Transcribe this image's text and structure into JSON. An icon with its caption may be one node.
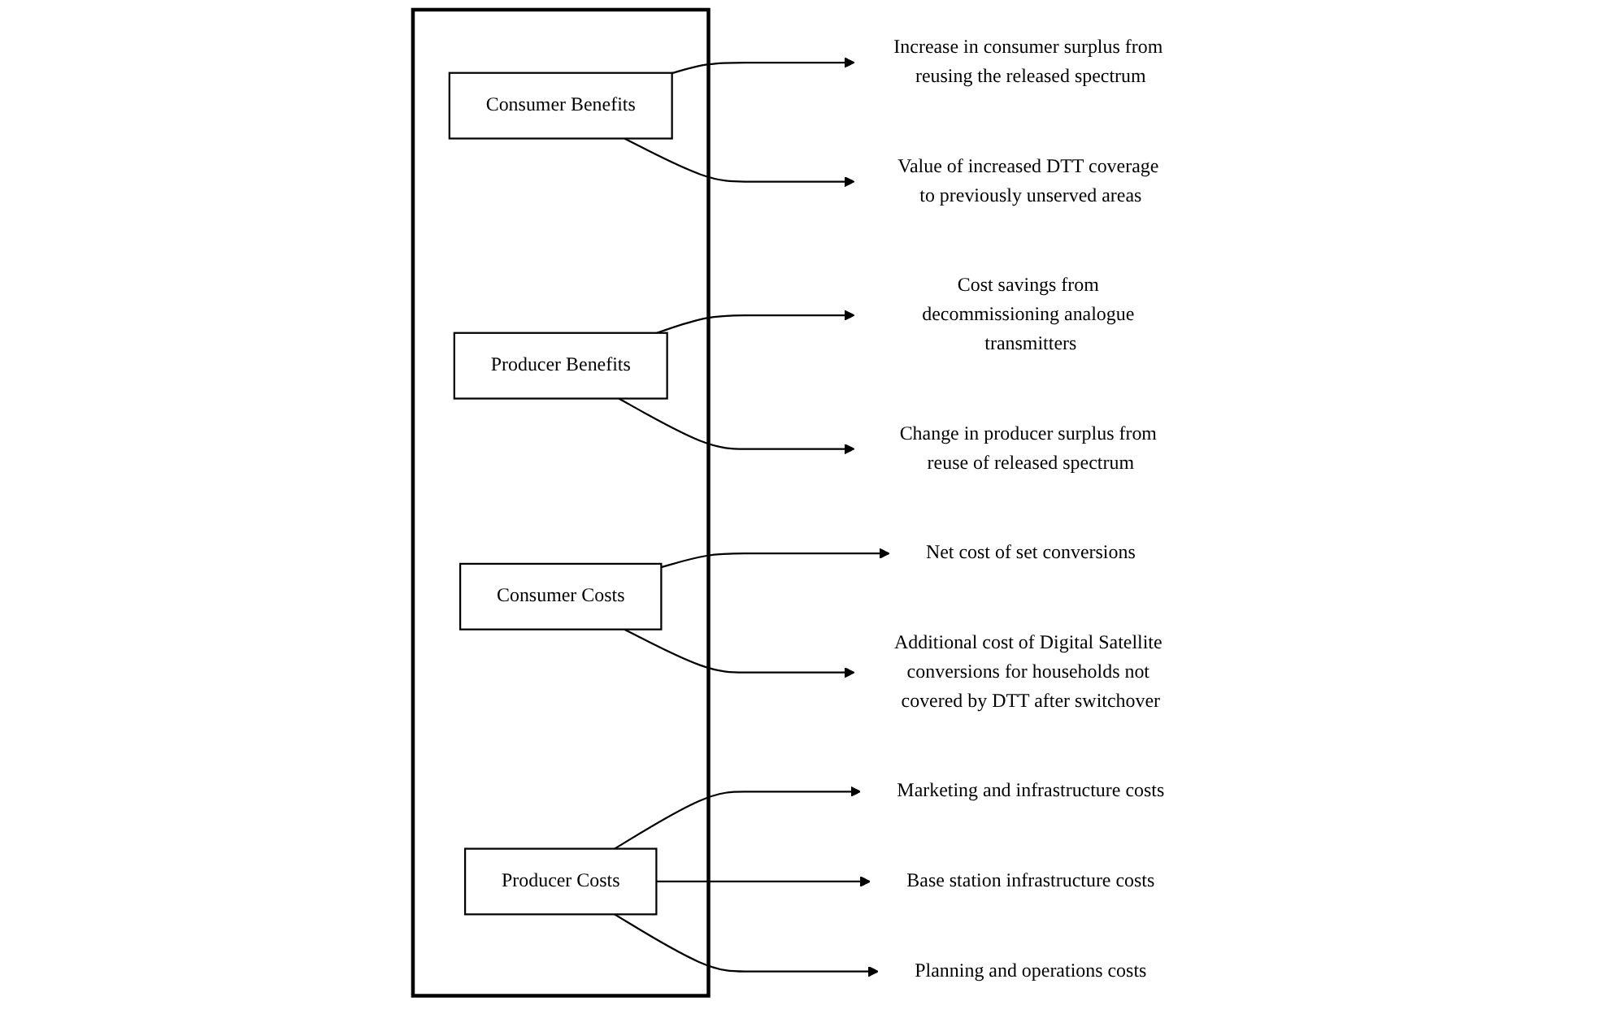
{
  "diagram": {
    "nodes": [
      {
        "text": [],
        "shape": "box"
      },
      {
        "text": [
          "Consumer Benefits"
        ],
        "in": 0
      },
      {
        "text": [
          "Producer Benefits"
        ],
        "in": 0
      },
      {
        "text": [
          "Consumer Costs"
        ],
        "in": 0
      },
      {
        "text": [
          "Producer Costs"
        ],
        "in": 0
      },
      {
        "text": [
          "Increase in consumer surplus from reusing the released spectrum"
        ]
      },
      {
        "text": [
          "Cost savings from decommissioning analogue transmitters"
        ]
      },
      {
        "text": [
          "Value of increased DTT coverage to previously unserved areas"
        ]
      },
      {
        "text": [
          "Change in producer surplus from reuse of released spectrum"
        ]
      },
      {
        "text": [
          "Marketing and infrastructure costs"
        ]
      },
      {
        "text": [
          "Net cost of set conversions"
        ]
      },
      {
        "text": [
          "Base station infrastructure costs"
        ]
      },
      {
        "text": [
          "Additional cost of Digital Satellite conversions for households not covered by DTT after switchover"
        ]
      },
      {
        "text": [
          "Planning and operations costs"
        ]
      }
    ],
    "edges": [
      {
        "from": 1,
        "to": 5,
        "arrow": "to"
      },
      {
        "from": 2,
        "to": 6,
        "arrow": "to"
      },
      {
        "from": 1,
        "to": 7,
        "arrow": "to"
      },
      {
        "from": 2,
        "to": 8,
        "arrow": "to"
      },
      {
        "from": 4,
        "to": 9,
        "arrow": "to"
      },
      {
        "from": 3,
        "to": 10,
        "arrow": "to"
      },
      {
        "from": 4,
        "to": 11,
        "arrow": "to"
      },
      {
        "from": 3,
        "to": 12,
        "arrow": "to"
      },
      {
        "from": 4,
        "to": 13,
        "arrow": "to"
      }
    ]
  }
}
